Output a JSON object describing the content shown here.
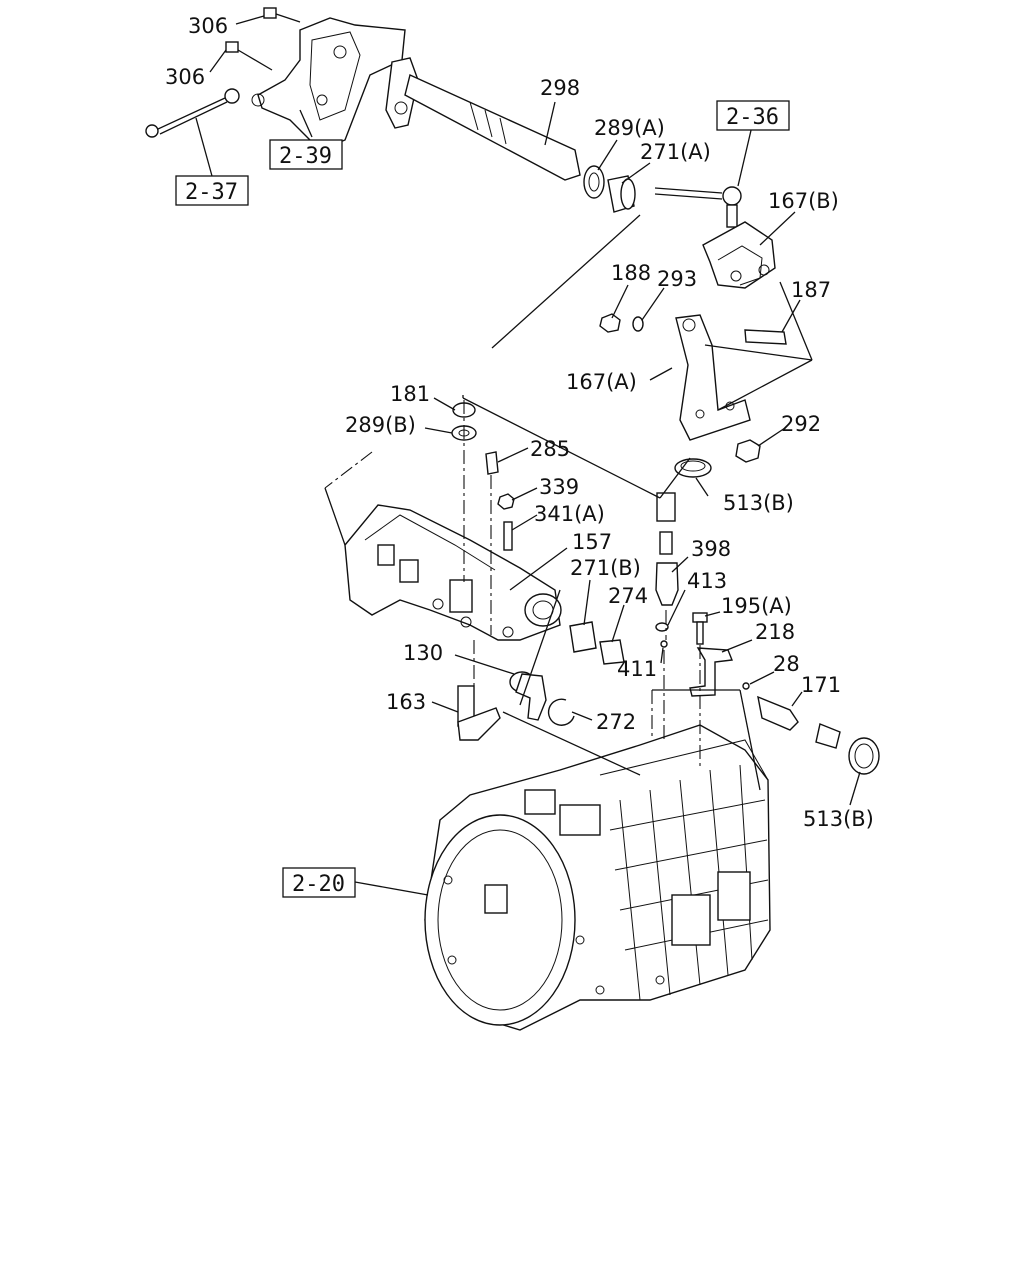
{
  "colors": {
    "ink": "#111111",
    "paper": "#ffffff"
  },
  "callouts": {
    "c306a": "306",
    "c306b": "306",
    "c298": "298",
    "c289a": "289(A)",
    "c271a": "271(A)",
    "c167b": "167(B)",
    "c188": "188",
    "c293": "293",
    "c187": "187",
    "c167a": "167(A)",
    "c181": "181",
    "c289b": "289(B)",
    "c285": "285",
    "c292": "292",
    "c513b_top": "513(B)",
    "c339": "339",
    "c341a": "341(A)",
    "c157": "157",
    "c398": "398",
    "c271b": "271(B)",
    "c413": "413",
    "c274": "274",
    "c195a": "195(A)",
    "c218": "218",
    "c130": "130",
    "c411": "411",
    "c28": "28",
    "c171": "171",
    "c163": "163",
    "c272": "272",
    "c513b_bottom": "513(B)"
  },
  "references": {
    "r239": "2-39",
    "r237": "2-37",
    "r236": "2-36",
    "r220": "2-20"
  }
}
